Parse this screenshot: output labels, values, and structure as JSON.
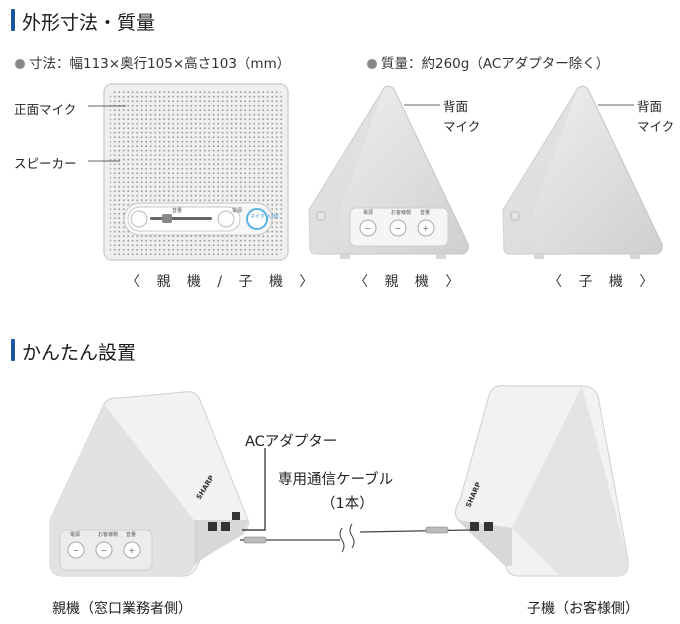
{
  "section1": {
    "title": "外形寸法・質量",
    "spec_dimensions": "寸法：幅113×奥行105×高さ103（mm）",
    "spec_weight": "質量：約260g（ACアダプター除く）",
    "front_label_mic": "正面マイク",
    "front_label_speaker": "スピーカー",
    "back_mic_label_parent": "背面\nマイク",
    "back_mic_label_child": "背面\nマイク",
    "caption_front": "〈 親 機 / 子 機 〉",
    "caption_parent": "〈 親 機 〉",
    "caption_child": "〈 子 機 〉",
    "device_texts": {
      "vol_label": "音量",
      "power": "電源",
      "mic_button": "マイク\n入/切",
      "customer_call": "お客様側",
      "volume": "音量",
      "power_side": "電源"
    }
  },
  "section2": {
    "title": "かんたん設置",
    "ac_adapter": "ACアダプター",
    "cable_label": "専用通信ケーブル",
    "cable_count": "（1本）",
    "caption_parent": "親機（窓口業務者側）",
    "caption_child": "子機（お客様側）",
    "brand": "SHARP"
  }
}
